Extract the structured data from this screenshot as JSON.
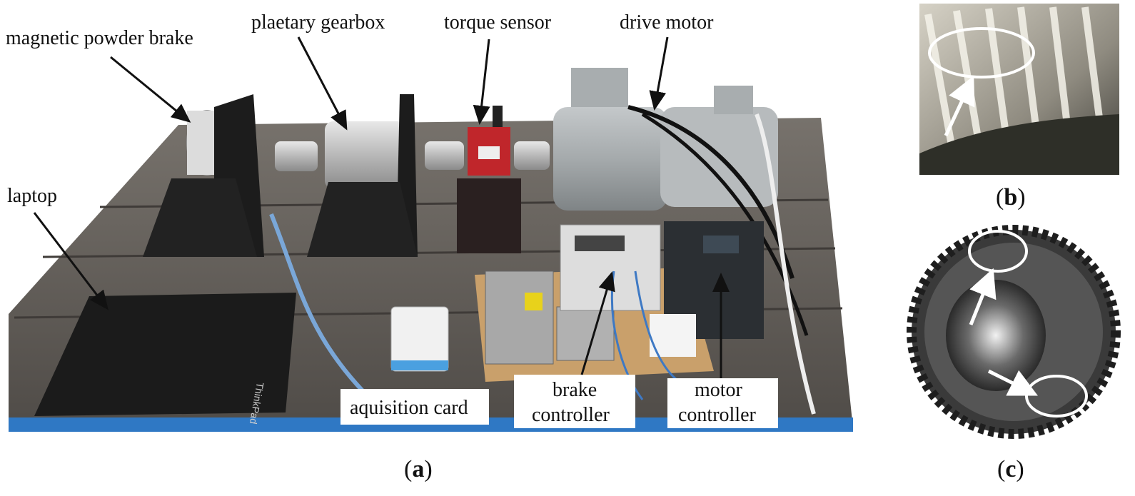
{
  "figure": {
    "panel_a": {
      "labels": {
        "magnetic_powder_brake": "magnetic powder brake",
        "planetary_gearbox": "plaetary gearbox",
        "torque_sensor": "torque sensor",
        "drive_motor": "drive motor",
        "laptop": "laptop",
        "acquisition_card": "aquisition card",
        "brake_controller_line1": "brake",
        "brake_controller_line2": "controller",
        "motor_controller_line1": "motor",
        "motor_controller_line2": "controller",
        "laptop_brand": "ThinkPad"
      },
      "caption_open": "(",
      "caption_letter": "a",
      "caption_close": ")"
    },
    "panel_b": {
      "caption_open": "(",
      "caption_letter": "b",
      "caption_close": ")"
    },
    "panel_c": {
      "caption_open": "(",
      "caption_letter": "c",
      "caption_close": ")"
    }
  },
  "colors": {
    "table_surface": "#5c5854",
    "table_edge_blue": "#2f78c4",
    "mount_black": "#1c1c1c",
    "motor_gray": "#9ea3a5",
    "sensor_red": "#c0262b",
    "gear_dark": "#3a3a3a",
    "wood": "#c9a06b"
  }
}
